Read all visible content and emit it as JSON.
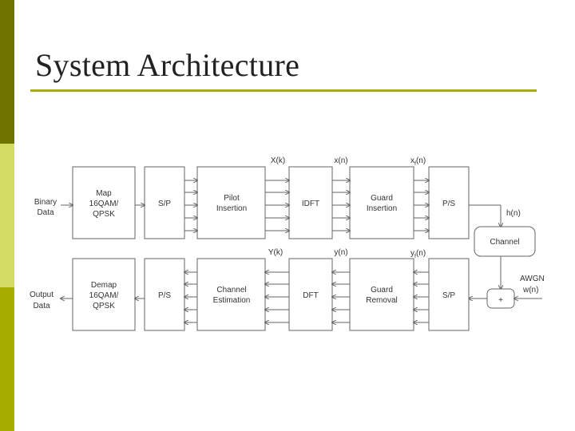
{
  "title": "System Architecture",
  "colors": {
    "sidebar_dark": "#6f7300",
    "sidebar_light": "#d4db63",
    "sidebar_mid": "#a8ae00",
    "rule": "#a8ae00"
  },
  "diagram": {
    "tx": {
      "input_label": [
        "Binary",
        "Data"
      ],
      "map": [
        "Map",
        "16QAM/",
        "QPSK"
      ],
      "sp": "S/P",
      "pilot": [
        "Pilot",
        "Insertion"
      ],
      "idft": "IDFT",
      "guard_ins": [
        "Guard",
        "Insertion"
      ],
      "ps": "P/S"
    },
    "channel": {
      "label": "Channel",
      "h": "h(n)",
      "awgn": [
        "AWGN",
        "w(n)"
      ],
      "plus": "+"
    },
    "rx": {
      "output_label": [
        "Output",
        "Data"
      ],
      "demap": [
        "Demap",
        "16QAM/",
        "QPSK"
      ],
      "ps": "P/S",
      "chest": [
        "Channel",
        "Estimation"
      ],
      "dft": "DFT",
      "guard_rem": [
        "Guard",
        "Removal"
      ],
      "sp": "S/P"
    },
    "signals": {
      "Xk": "X(k)",
      "xn": "x(n)",
      "xfn": "x",
      "xfn_sub": "f",
      "xfn_tail": "(n)",
      "Yk": "Y(k)",
      "yn": "y(n)",
      "yfn": "y",
      "yfn_sub": "f",
      "yfn_tail": "(n)"
    }
  }
}
